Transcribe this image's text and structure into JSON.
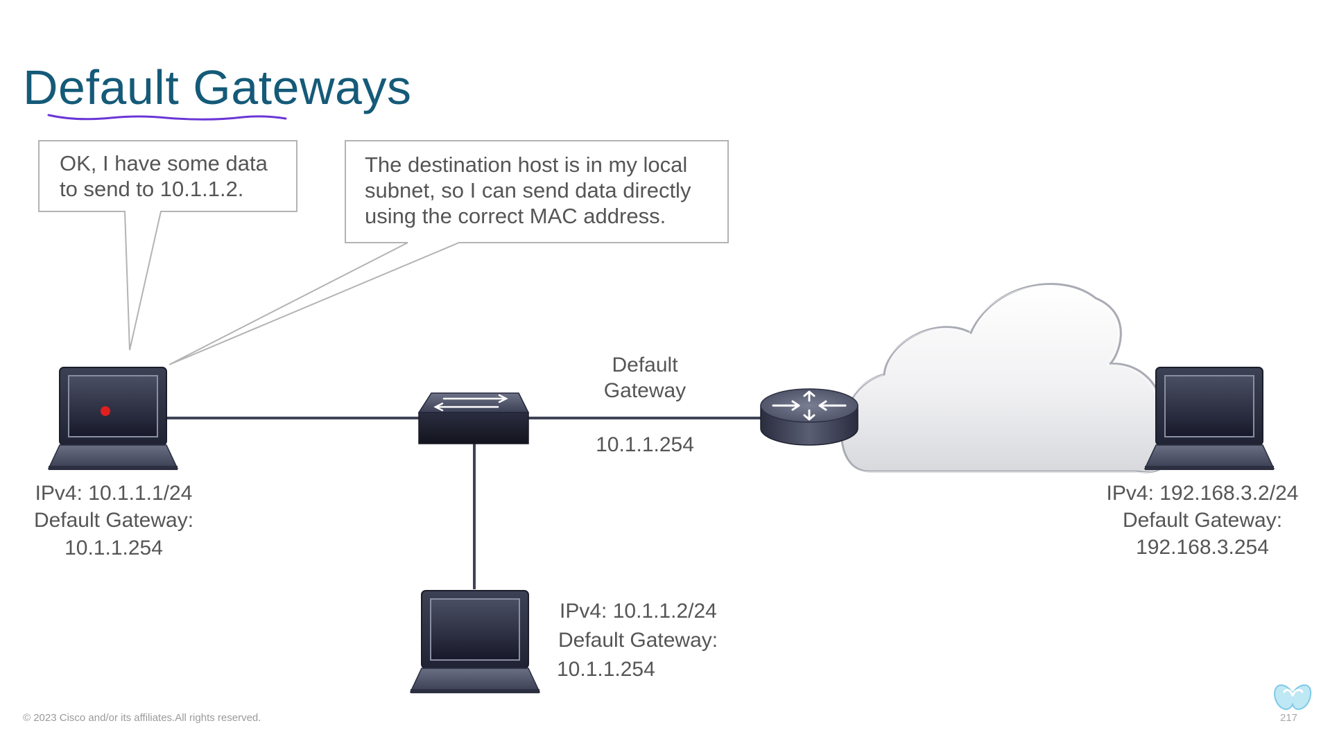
{
  "title": "Default Gateways",
  "bubble_sender": {
    "lines": [
      "OK, I have some data",
      "to send to 10.1.1.2."
    ]
  },
  "bubble_local": {
    "lines": [
      "The destination host is in my local",
      "subnet, so I can send data directly",
      "using the correct MAC address."
    ]
  },
  "router_label": {
    "line1": "Default",
    "line2": "Gateway",
    "ip": "10.1.1.254"
  },
  "host_a": {
    "ipv4": "IPv4: 10.1.1.1/24",
    "gw_label": "Default Gateway:",
    "gw": "10.1.1.254"
  },
  "host_b": {
    "ipv4": "IPv4: 10.1.1.2/24",
    "gw_label": "Default Gateway:",
    "gw": "10.1.1.254"
  },
  "host_c": {
    "ipv4": "IPv4: 192.168.3.2/24",
    "gw_label": "Default Gateway:",
    "gw": "192.168.3.254"
  },
  "footer": "© 2023 Cisco and/or its affiliates.All rights reserved.",
  "page_number": "217",
  "colors": {
    "title": "#155a78",
    "underline": "#6a35d6",
    "pointer_dot": "#e0201e",
    "device_dark": "#2b2f3f"
  }
}
